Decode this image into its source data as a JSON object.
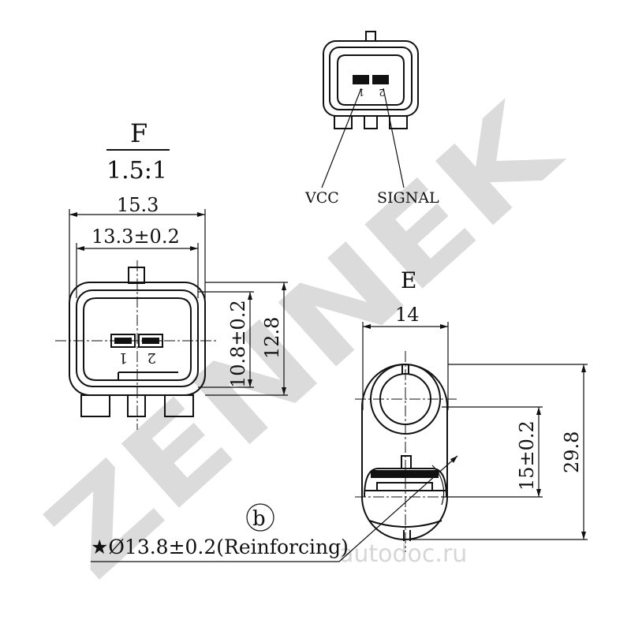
{
  "view_f": {
    "title": "F",
    "scale": "1.5:1",
    "width_overall": "15.3",
    "width_inner": "13.3±0.2",
    "height_inner": "10.8±0.2",
    "height_overall": "12.8",
    "pin_1": "1",
    "pin_2": "2"
  },
  "connector": {
    "pin_1": "1",
    "pin_2": "2",
    "label_vcc": "VCC",
    "label_signal": "SIGNAL"
  },
  "view_e": {
    "title": "E",
    "width": "14",
    "height_overall": "29.8",
    "height_partial": "15±0.2"
  },
  "note": {
    "marker": "b",
    "text": "★Ø13.8±0.2(Reinforcing)"
  },
  "watermark": {
    "brand": "ZENNEK",
    "site": "autodoc.ru"
  },
  "colors": {
    "line": "#111111",
    "watermark": "#cfcfcf"
  }
}
